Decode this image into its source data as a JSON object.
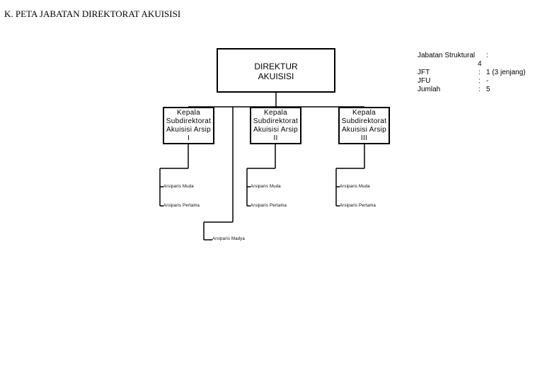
{
  "page": {
    "title": "K. PETA JABATAN DIREKTORAT AKUISISI"
  },
  "chart": {
    "director": "DIREKTUR\nAKUISISI",
    "subdirectorates": [
      {
        "label": "Kepala\nSubdirektorat\nAkuisisi Arsip\nI"
      },
      {
        "label": "Kepala\nSubdirektorat\nAkuisisi Arsip\nII"
      },
      {
        "label": "Kepala\nSubdirektorat\nAkuisisi Arsip\nIII"
      }
    ],
    "positions": {
      "muda": "Arsiparis Muda",
      "pertama": "Arsiparis Pertama",
      "madya": "Arsiparis Madya"
    }
  },
  "legend": {
    "rows": [
      {
        "label": "Jabatan Struktural",
        "sep": ":",
        "value": ""
      },
      {
        "label": "",
        "sep": "",
        "value": "",
        "extra": "4"
      },
      {
        "label": "JFT",
        "sep": ":",
        "value": "1 (3 jenjang)"
      },
      {
        "label": "JFU",
        "sep": ":",
        "value": "-"
      },
      {
        "label": "Jumlah",
        "sep": ":",
        "value": "5"
      }
    ]
  }
}
